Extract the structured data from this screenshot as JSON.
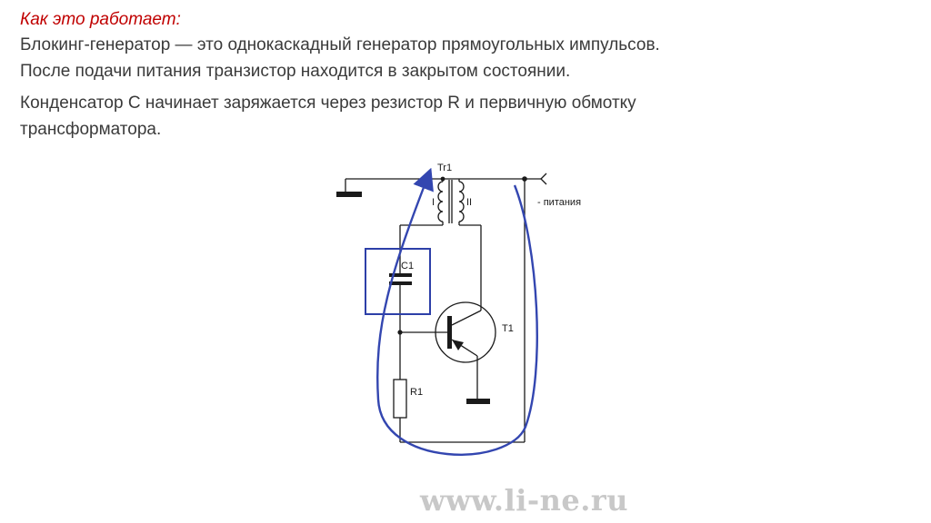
{
  "slide": {
    "heading": "Как это работает:",
    "lines": [
      "Блокинг-генератор — это однокаскадный генератор прямоугольных импульсов.",
      "После подачи питания транзистор находится в закрытом состоянии.",
      "Конденсатор C начинает заряжается через резистор R и первичную обмотку",
      "трансформатора."
    ]
  },
  "diagram": {
    "labels": {
      "transformer": "Tr1",
      "winding_1": "I",
      "winding_2": "II",
      "capacitor": "C1",
      "transistor": "T1",
      "resistor": "R1",
      "supply": "- питания"
    },
    "colors": {
      "circuit": "#1a1a1a",
      "highlight": "#2d3fa8",
      "current_path": "#3346b0"
    }
  },
  "watermark": "www.li-ne.ru"
}
